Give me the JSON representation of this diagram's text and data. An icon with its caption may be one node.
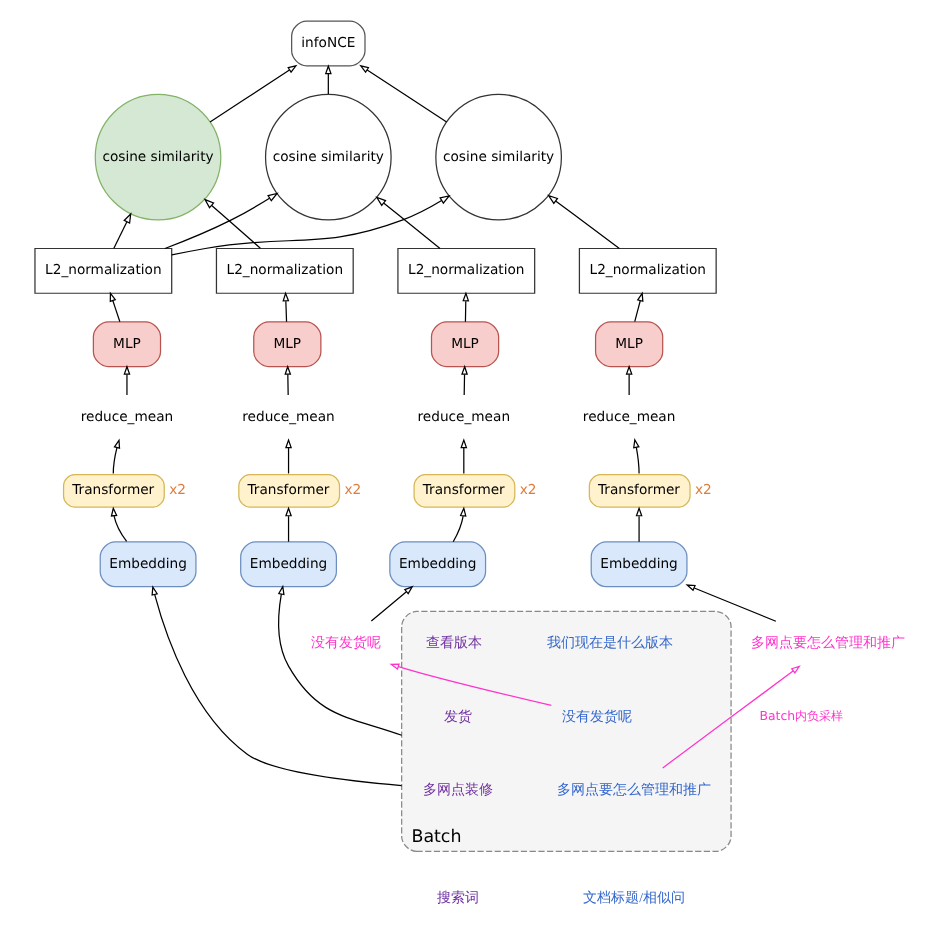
{
  "diagram": {
    "nodes": [
      {
        "text": [
          "infoNCE"
        ]
      },
      {
        "text": [
          "cosine similarity"
        ]
      },
      {
        "text": [
          "cosine similarity"
        ]
      },
      {
        "text": [
          "cosine similarity"
        ]
      },
      {
        "text": [
          "L2_normalization"
        ]
      },
      {
        "text": [
          "L2_normalization"
        ]
      },
      {
        "text": [
          "L2_normalization"
        ]
      },
      {
        "text": [
          "L2_normalization"
        ]
      },
      {
        "text": [
          "MLP"
        ]
      },
      {
        "text": [
          "MLP"
        ]
      },
      {
        "text": [
          "MLP"
        ]
      },
      {
        "text": [
          "MLP"
        ]
      },
      {
        "text": [
          "reduce_mean"
        ]
      },
      {
        "text": [
          "reduce_mean"
        ]
      },
      {
        "text": [
          "reduce_mean"
        ]
      },
      {
        "text": [
          "reduce_mean"
        ]
      },
      {
        "text": [
          "Transformer"
        ],
        "beside": [
          "x2"
        ]
      },
      {
        "text": [
          "Transformer"
        ],
        "beside": [
          "x2"
        ]
      },
      {
        "text": [
          "Transformer"
        ],
        "beside": [
          "x2"
        ]
      },
      {
        "text": [
          "Transformer"
        ],
        "beside": [
          "x2"
        ]
      },
      {
        "text": [
          "Embedding"
        ]
      },
      {
        "text": [
          "Embedding"
        ]
      },
      {
        "text": [
          "Embedding"
        ]
      },
      {
        "text": [
          "Embedding"
        ]
      },
      {
        "text": [
          "Batch"
        ]
      },
      {
        "text": [
          "查看版本"
        ],
        "in": 24
      },
      {
        "text": [
          "发货"
        ],
        "in": 24
      },
      {
        "text": [
          "多网点装修"
        ],
        "in": 24
      },
      {
        "text": [
          "我们现在是什么版本"
        ],
        "in": 24
      },
      {
        "text": [
          "没有发货呢"
        ],
        "in": 24
      },
      {
        "text": [
          "多网点要怎么管理和推广"
        ],
        "in": 24
      },
      {
        "text": [
          "没有发货呢"
        ]
      },
      {
        "text": [
          "多网点要怎么管理和推广"
        ]
      }
    ],
    "edges": [
      {
        "from": 1,
        "to": 0,
        "arrow": "to"
      },
      {
        "from": 2,
        "to": 0,
        "arrow": "to"
      },
      {
        "from": 3,
        "to": 0,
        "arrow": "to"
      },
      {
        "from": 4,
        "to": 1,
        "arrow": "to"
      },
      {
        "from": 4,
        "to": 2,
        "arrow": "to"
      },
      {
        "from": 4,
        "to": 3,
        "arrow": "to"
      },
      {
        "from": 5,
        "to": 1,
        "arrow": "to"
      },
      {
        "from": 6,
        "to": 2,
        "arrow": "to"
      },
      {
        "from": 7,
        "to": 3,
        "arrow": "to"
      },
      {
        "from": 8,
        "to": 4,
        "arrow": "to"
      },
      {
        "from": 9,
        "to": 5,
        "arrow": "to"
      },
      {
        "from": 10,
        "to": 6,
        "arrow": "to"
      },
      {
        "from": 11,
        "to": 7,
        "arrow": "to"
      },
      {
        "from": 12,
        "to": 8,
        "arrow": "to"
      },
      {
        "from": 13,
        "to": 9,
        "arrow": "to"
      },
      {
        "from": 14,
        "to": 10,
        "arrow": "to"
      },
      {
        "from": 15,
        "to": 11,
        "arrow": "to"
      },
      {
        "from": 16,
        "to": 12,
        "arrow": "to"
      },
      {
        "from": 17,
        "to": 13,
        "arrow": "to"
      },
      {
        "from": 18,
        "to": 14,
        "arrow": "to"
      },
      {
        "from": 19,
        "to": 15,
        "arrow": "to"
      },
      {
        "from": 20,
        "to": 16,
        "arrow": "to"
      },
      {
        "from": 21,
        "to": 17,
        "arrow": "to"
      },
      {
        "from": 22,
        "to": 18,
        "arrow": "to"
      },
      {
        "from": 23,
        "to": 19,
        "arrow": "to"
      },
      {
        "from": 24,
        "to": 20,
        "arrow": "to"
      },
      {
        "from": 24,
        "to": 21,
        "arrow": "to"
      },
      {
        "from": 31,
        "to": 22,
        "arrow": "to"
      },
      {
        "from": 32,
        "to": 23,
        "arrow": "to"
      },
      {
        "from": 29,
        "to": 31,
        "arrow": "to",
        "color": "#ff33cc"
      },
      {
        "from": 30,
        "to": 32,
        "arrow": "to",
        "label": "Batch内负采样",
        "color": "#ff33cc"
      }
    ],
    "labels": [
      "搜索词",
      "文档标题/相似问"
    ]
  }
}
